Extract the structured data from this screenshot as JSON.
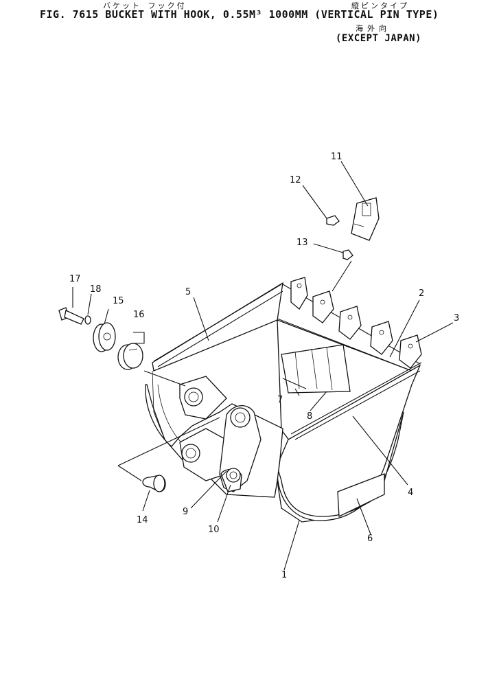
{
  "header": {
    "title": "FIG. 7615  BUCKET WITH HOOK, 0.55M³ 1000MM (VERTICAL PIN TYPE)",
    "kana_left": "バケット  フック付",
    "kana_right": "縦ピンタイプ",
    "kanji": "海外向",
    "region": "(EXCEPT JAPAN)"
  },
  "callouts": {
    "c1": "1",
    "c2": "2",
    "c3": "3",
    "c4": "4",
    "c5": "5",
    "c6": "6",
    "c7": "7",
    "c8": "8",
    "c9": "9",
    "c10": "10",
    "c11": "11",
    "c12": "12",
    "c13": "13",
    "c14": "14",
    "c15": "15",
    "c16": "16",
    "c17": "17",
    "c18": "18"
  }
}
